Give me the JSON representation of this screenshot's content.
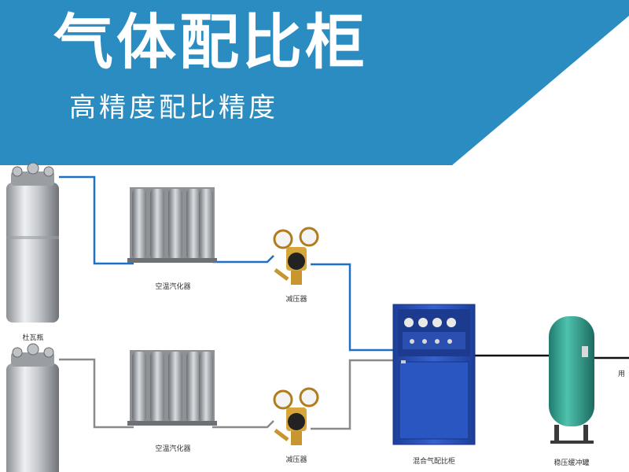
{
  "header": {
    "title": "气体配比柜",
    "subtitle": "高精度配比精度"
  },
  "labels": {
    "dewar": "杜瓦瓶",
    "vaporizer_top": "空温汽化器",
    "regulator_top": "减压器",
    "vaporizer_bottom": "空温汽化器",
    "regulator_bottom": "减压器",
    "mixing_cabinet": "混合气配比柜",
    "buffer_tank": "稳压缓冲罐",
    "user_end": "用"
  },
  "colors": {
    "banner": "#2a8cc0",
    "pipe_blue": "#1d6fc7",
    "pipe_gray": "#8a8a8a",
    "pipe_black": "#111111",
    "cabinet": "#2b4fb6",
    "tank": "#2e9c8c"
  }
}
